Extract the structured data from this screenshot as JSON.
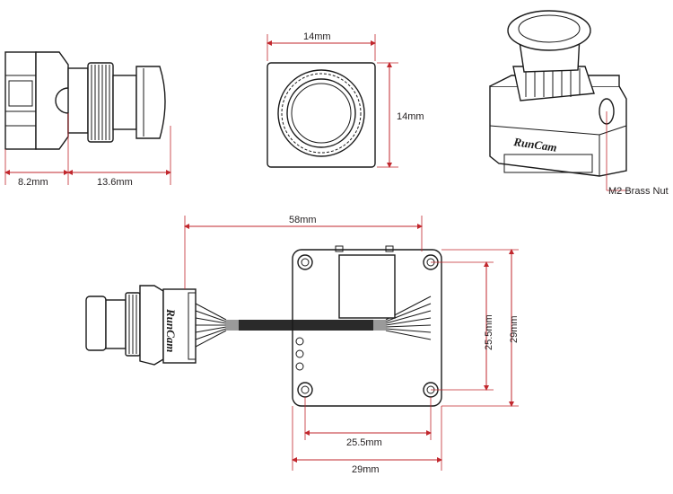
{
  "labels": {
    "top_side_width": "8.2mm",
    "top_side_length": "13.6mm",
    "front_width": "14mm",
    "front_height": "14mm",
    "brass_nut": "M2 Brass Nut",
    "overall_length": "58mm",
    "hole_spacing_v": "25.5mm",
    "board_height": "29mm",
    "hole_spacing_h": "25.5mm",
    "board_width": "29mm"
  },
  "brand": {
    "text": "RunCam"
  },
  "colors": {
    "dimension_line": "#c1272d",
    "drawing_line": "#1a1a1a",
    "background": "#ffffff"
  }
}
